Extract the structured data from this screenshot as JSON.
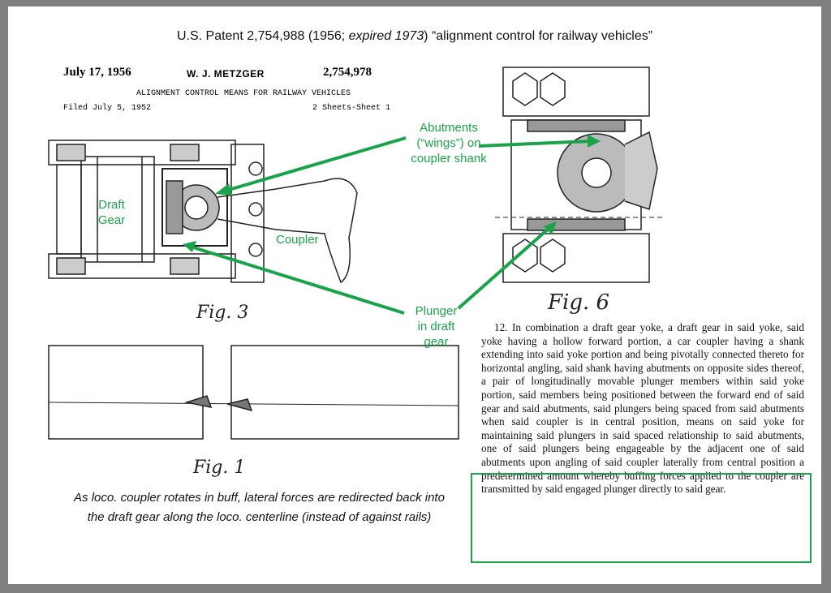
{
  "title": "U.S. Patent 2,754,988 (1956; expired 1973) “alignment control for railway vehicles”",
  "title_parts": {
    "pre": "U.S. Patent 2,754,988 (1956; ",
    "italic": "expired 1973",
    "post": ") “alignment control for railway vehicles”"
  },
  "patent_header": {
    "date": "July 17, 1956",
    "inventor": "W. J. METZGER",
    "number": "2,754,978",
    "subtitle": "ALIGNMENT CONTROL MEANS FOR RAILWAY VEHICLES",
    "filed": "Filed July 5, 1952",
    "sheets": "2 Sheets-Sheet 1"
  },
  "figures": {
    "fig3": "Fig. 3",
    "fig1": "Fig. 1",
    "fig6": "Fig. 6"
  },
  "annotations": {
    "abutments": [
      "Abutments",
      "(“wings”) on",
      "coupler shank"
    ],
    "draft_gear": [
      "Draft",
      "Gear"
    ],
    "coupler": "Coupler",
    "plunger": [
      "Plunger",
      "in draft",
      "gear"
    ]
  },
  "colors": {
    "accent": "#1aa34a",
    "frame": "#808080"
  },
  "caption": [
    "As loco. coupler rotates in buff, lateral forces are redirected back into",
    "the draft gear along the loco. centerline (instead of against rails)"
  ],
  "claim": {
    "text": "12. In combination a draft gear yoke, a draft gear in said yoke, said yoke having a hollow forward portion, a car coupler having a shank extending into said yoke portion and being pivotally connected thereto for horizontal angling, said shank having abutments on opposite sides thereof, a pair of longitudinally movable plunger members within said yoke portion, said members being positioned between the forward end of said gear and said abutments, said plungers being spaced from said abutments when said coupler is in central position, means on said yoke for maintaining said plungers in said spaced",
    "highlighted": "relationship to said abutments, one of said plungers being engageable by the adjacent one of said abutments upon angling of said coupler laterally from central position a predetermined amount whereby buffing forces applied to the coupler are transmitted by said engaged plunger directly to said gear."
  }
}
